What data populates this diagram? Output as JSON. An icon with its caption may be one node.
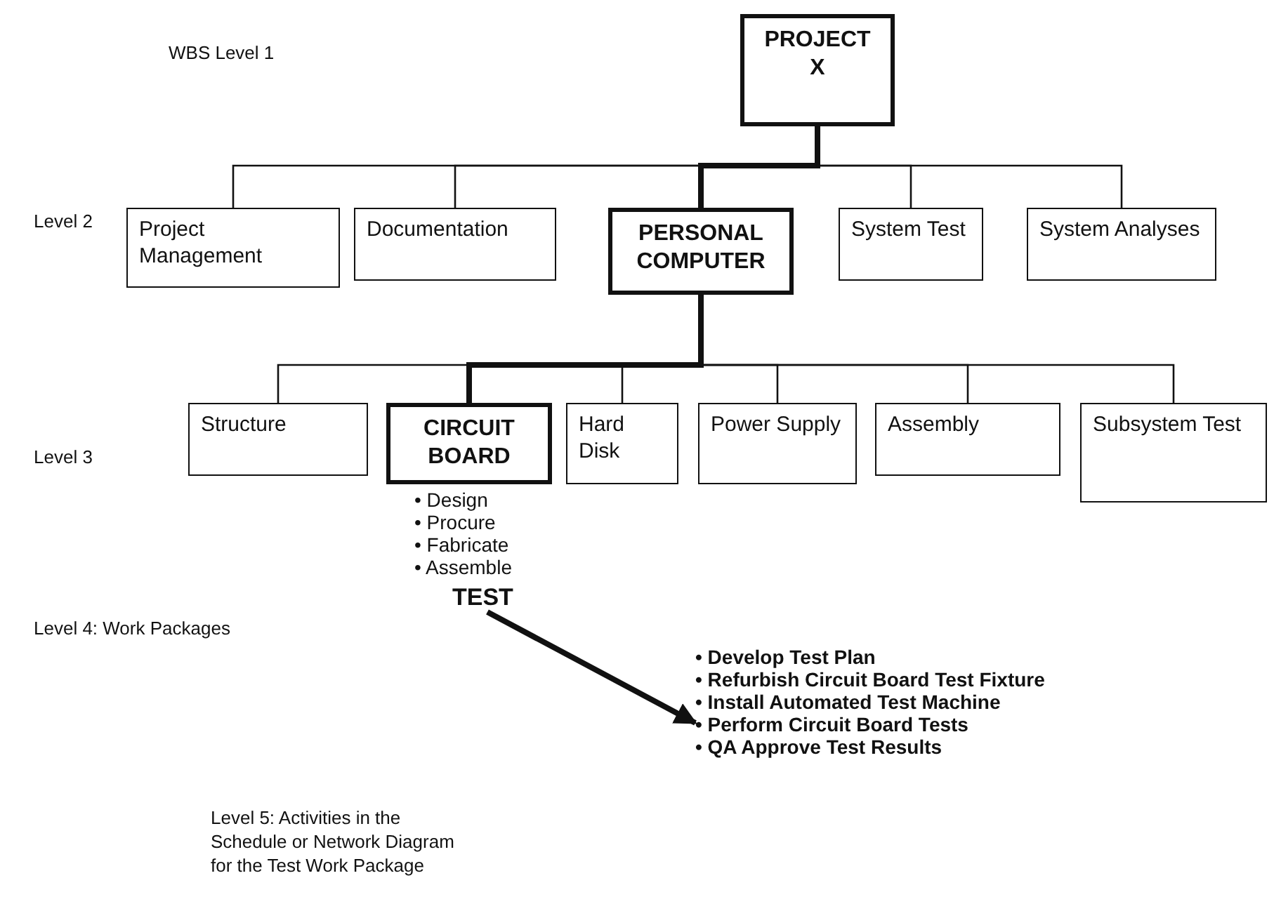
{
  "diagram": {
    "nodes": [
      {
        "text": [
          "PROJECT X"
        ]
      },
      {
        "text": [
          "Project Management"
        ]
      },
      {
        "text": [
          "Documentation"
        ]
      },
      {
        "text": [
          "PERSONAL COMPUTER"
        ]
      },
      {
        "text": [
          "System Test"
        ]
      },
      {
        "text": [
          "System Analyses"
        ]
      },
      {
        "text": [
          "Structure"
        ]
      },
      {
        "text": [
          "CIRCUIT BOARD"
        ],
        "beside": [
          "• Design",
          "• Procure",
          "• Fabricate",
          "• Assemble"
        ]
      },
      {
        "text": [
          "Hard Disk"
        ]
      },
      {
        "text": [
          "Power Supply"
        ]
      },
      {
        "text": [
          "Assembly"
        ]
      },
      {
        "text": [
          "Subsystem Test"
        ]
      },
      {
        "text": [
          "TEST"
        ]
      },
      {
        "text": [
          "• Develop Test Plan",
          "• Refurbish Circuit Board Test Fixture",
          "• Install Automated Test Machine",
          "• Perform Circuit Board Tests",
          "• QA Approve Test Results"
        ]
      }
    ],
    "edges": [
      {
        "from": 0,
        "to": 1,
        "arrow": "none"
      },
      {
        "from": 0,
        "to": 2,
        "arrow": "none"
      },
      {
        "from": 0,
        "to": 3,
        "arrow": "none",
        "style": "thick"
      },
      {
        "from": 0,
        "to": 4,
        "arrow": "none"
      },
      {
        "from": 0,
        "to": 5,
        "arrow": "none"
      },
      {
        "from": 3,
        "to": 6,
        "arrow": "none"
      },
      {
        "from": 3,
        "to": 7,
        "arrow": "none",
        "style": "thick"
      },
      {
        "from": 3,
        "to": 8,
        "arrow": "none"
      },
      {
        "from": 3,
        "to": 9,
        "arrow": "none"
      },
      {
        "from": 3,
        "to": 10,
        "arrow": "none"
      },
      {
        "from": 3,
        "to": 11,
        "arrow": "none"
      },
      {
        "from": 12,
        "to": 13,
        "arrow": "to",
        "style": "thick"
      }
    ],
    "labels": [
      "WBS Level 1",
      "Level 2",
      "Level 3",
      "Level 4: Work Packages",
      "Level 5: Activities in the Schedule or Network Diagram for the Test Work Package"
    ]
  }
}
